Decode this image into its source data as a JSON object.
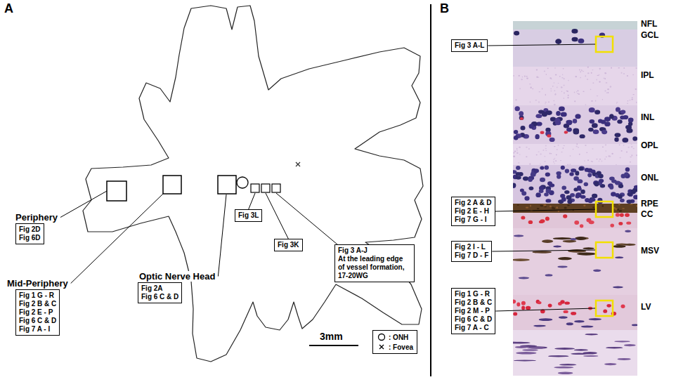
{
  "diagram": {
    "nodes": [
      {
        "text": [
          "Periphery",
          "Fig 2D",
          "Fig 6D"
        ]
      },
      {
        "text": [
          "Mid-Periphery",
          "Fig 1 G - R",
          "Fig 2 B & C",
          "Fig 2 E - P",
          "Fig 6 C & D",
          "Fig 7 A - I"
        ]
      },
      {
        "text": [
          "Optic Nerve Head",
          "Fig 2A",
          "Fig 6 C & D"
        ]
      },
      {
        "text": [
          "Fig 3L"
        ]
      },
      {
        "text": [
          "Fig 3K"
        ]
      },
      {
        "text": [
          "Fig 3 A-J",
          "At the leading edge of vessel formation, 17-20WG"
        ]
      },
      {
        "text": [
          "Fig 3 A-L"
        ]
      },
      {
        "text": [
          "Fig 2 A & D",
          "Fig 2 E - H",
          "Fig 7 G - I"
        ]
      },
      {
        "text": [
          "Fig 2 I - L",
          "Fig 7 D - F"
        ]
      },
      {
        "text": [
          "Fig 1 G - R",
          "Fig 2 B & C",
          "Fig 2 M - P",
          "Fig 6 C & D",
          "Fig 7 A - C"
        ]
      }
    ],
    "labels": [
      "A",
      "B",
      "3mm",
      "NFL",
      "GCL",
      "IPL",
      "INL",
      "OPL",
      "ONL",
      "RPE",
      "CC",
      "MSV",
      "LV"
    ],
    "legend": [
      {
        "text": ": ONH"
      },
      {
        "text": ": Fovea"
      }
    ]
  }
}
